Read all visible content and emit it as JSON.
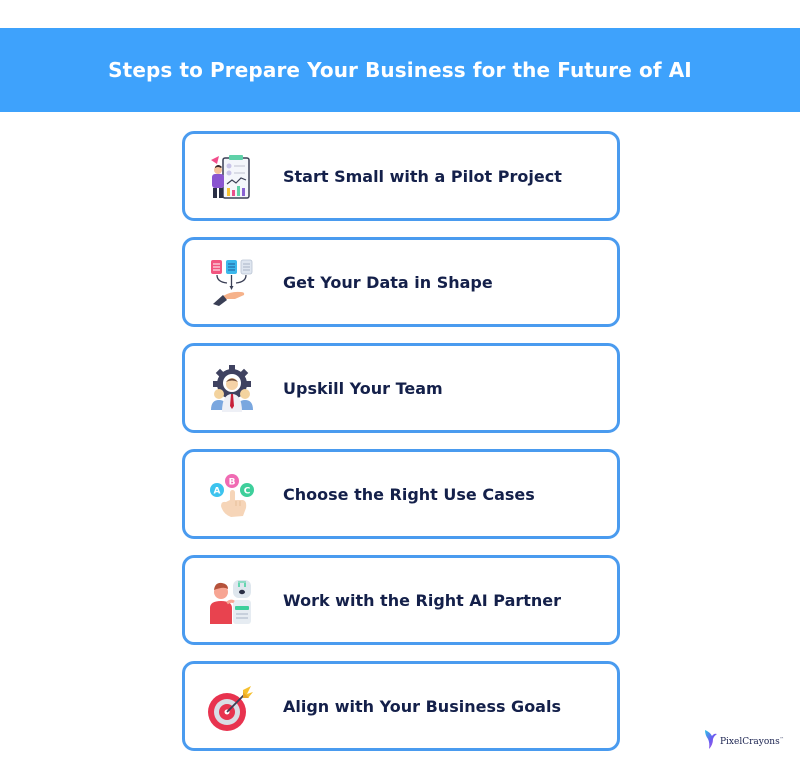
{
  "header": {
    "title": "Steps to Prepare Your Business for the Future of AI",
    "background_color": "#3ea2fc"
  },
  "steps": [
    {
      "label": "Start Small with a Pilot Project",
      "icon": "pilot-project-presenter-icon"
    },
    {
      "label": "Get Your Data in Shape",
      "icon": "data-documents-hand-icon"
    },
    {
      "label": "Upskill Your Team",
      "icon": "team-gear-icon"
    },
    {
      "label": "Choose the Right Use Cases",
      "icon": "abc-choice-hand-icon"
    },
    {
      "label": "Work with the Right AI Partner",
      "icon": "person-robot-icon"
    },
    {
      "label": "Align with Your Business Goals",
      "icon": "target-dart-icon"
    }
  ],
  "colors": {
    "card_border": "#4a9bef",
    "text": "#14204a"
  },
  "logo": {
    "text": "PixelCrayons",
    "trademark": "™"
  }
}
